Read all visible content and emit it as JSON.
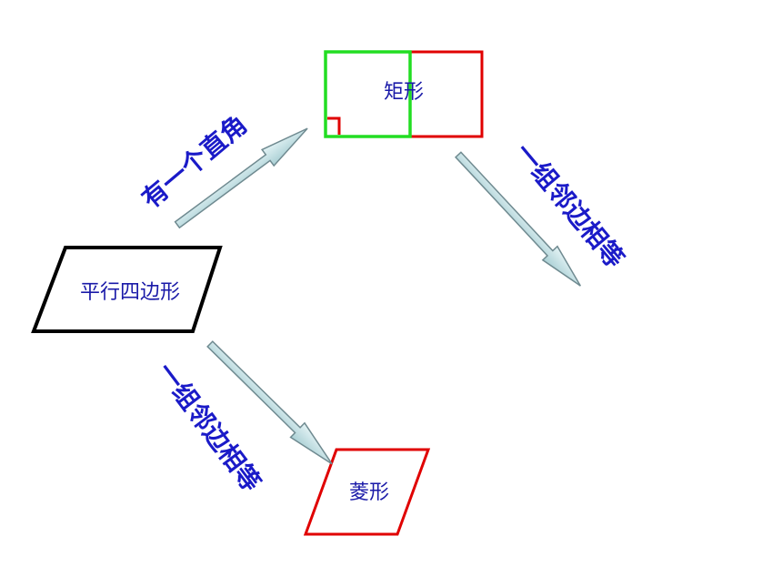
{
  "nodes": {
    "parallelogram": {
      "label": "平行四边形"
    },
    "rectangle": {
      "label": "矩形"
    },
    "rhombus": {
      "label": "菱形"
    }
  },
  "edges": {
    "to_rectangle": {
      "label": "有一个直角"
    },
    "rectangle_to_square": {
      "label": "一组邻边相等"
    },
    "to_rhombus": {
      "label": "一组邻边相等"
    }
  },
  "colors": {
    "parallelogram_stroke": "#000000",
    "rectangle_stroke": "#e00000",
    "square_overlay_stroke": "#22dd22",
    "rhombus_stroke": "#e00000",
    "right_angle_mark": "#e00000",
    "arrow_fill": "#c8e6ea",
    "arrow_stroke": "#6f8a90",
    "label_text": "#1a1ac8"
  }
}
